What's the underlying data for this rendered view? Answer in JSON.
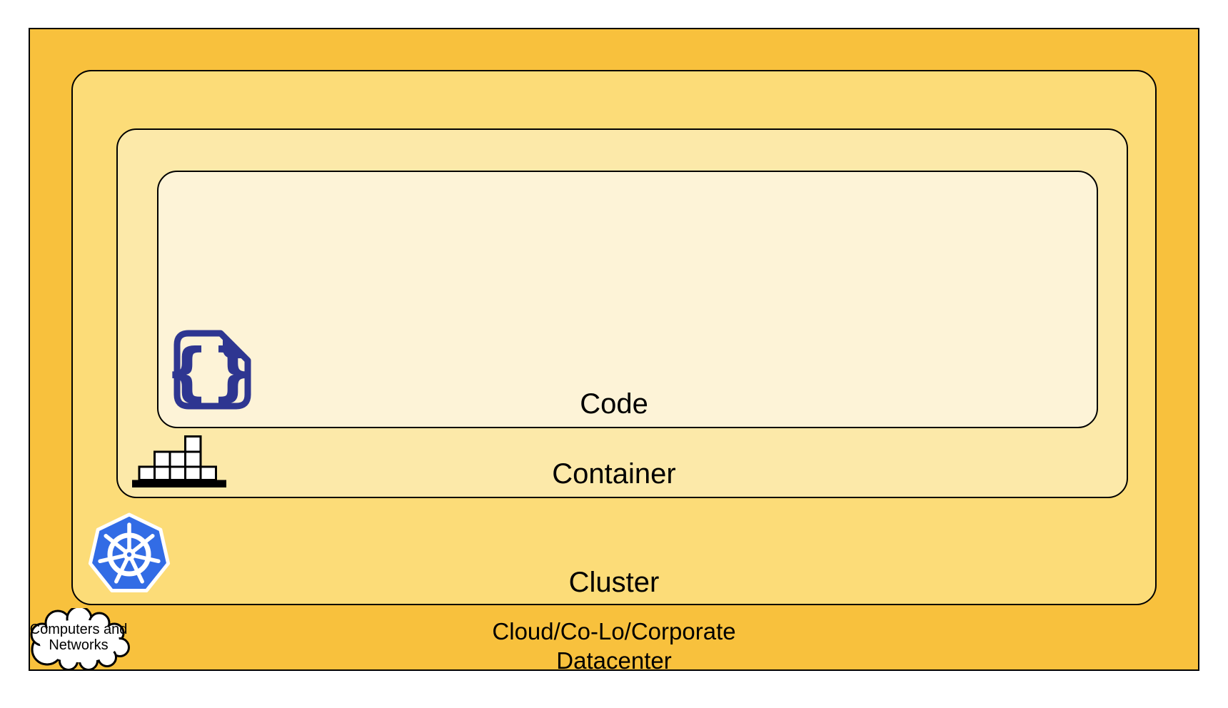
{
  "diagram": {
    "layers": {
      "code": {
        "label": "Code",
        "fill": "#FDF3D7"
      },
      "container": {
        "label": "Container",
        "fill": "#FCE9A9"
      },
      "cluster": {
        "label": "Cluster",
        "fill": "#FCDC78"
      },
      "datacenter": {
        "label_line1": "Cloud/Co-Lo/Corporate",
        "label_line2": "Datacenter",
        "fill": "#F8C13D"
      }
    },
    "cloud_callout": {
      "line1": "Computers and",
      "line2": "Networks"
    },
    "icons": {
      "code": "code-file-icon",
      "code_glyph": "{}",
      "container": "container-stack-icon",
      "cluster": "kubernetes-wheel-icon",
      "datacenter": "cloud-icon"
    },
    "colors": {
      "border": "#000000",
      "code_icon_indigo": "#2E3691",
      "kubernetes_blue": "#326CE5",
      "icon_white": "#FFFFFF",
      "icon_black": "#000000"
    }
  }
}
